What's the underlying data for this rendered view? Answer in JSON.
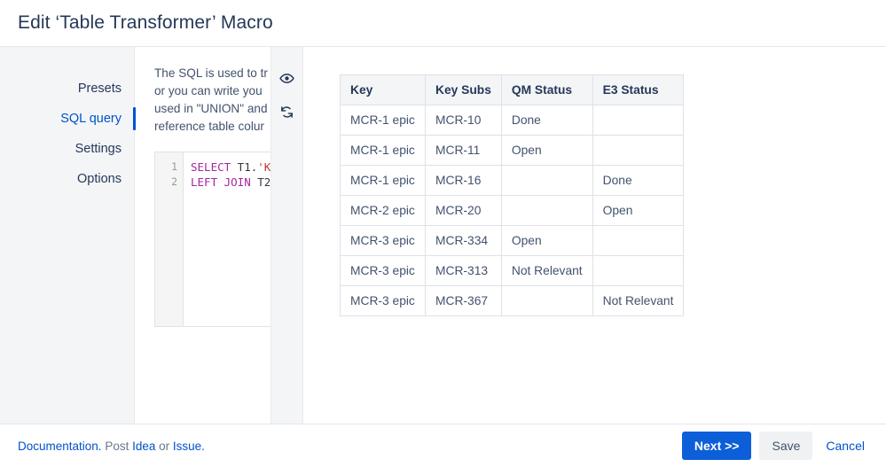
{
  "header": {
    "title": "Edit ‘Table Transformer’ Macro"
  },
  "sidebar": {
    "items": [
      {
        "label": "Presets",
        "active": false
      },
      {
        "label": "SQL query",
        "active": true
      },
      {
        "label": "Settings",
        "active": false
      },
      {
        "label": "Options",
        "active": false
      }
    ]
  },
  "editor": {
    "description_lines": [
      "The SQL is used to tr",
      "or you can write you",
      "used in \"UNION\" and",
      "reference table colur"
    ],
    "line_numbers": [
      "1",
      "2"
    ],
    "code_lines": [
      {
        "keyword": "SELECT",
        "rest": " T1.",
        "string": "'K"
      },
      {
        "keyword": "LEFT JOIN",
        "rest": " T2",
        "string": ""
      }
    ]
  },
  "toolbar": {
    "preview_icon": "eye-icon",
    "refresh_icon": "refresh-icon"
  },
  "preview_table": {
    "columns": [
      "Key",
      "Key Subs",
      "QM Status",
      "E3 Status"
    ],
    "rows": [
      [
        "MCR-1 epic",
        "MCR-10",
        "Done",
        ""
      ],
      [
        "MCR-1 epic",
        "MCR-11",
        "Open",
        ""
      ],
      [
        "MCR-1 epic",
        "MCR-16",
        "",
        "Done"
      ],
      [
        "MCR-2 epic",
        "MCR-20",
        "",
        "Open"
      ],
      [
        "MCR-3 epic",
        "MCR-334",
        "Open",
        ""
      ],
      [
        "MCR-3 epic",
        "MCR-313",
        "Not Relevant",
        ""
      ],
      [
        "MCR-3 epic",
        "MCR-367",
        "",
        "Not Relevant"
      ]
    ]
  },
  "footer": {
    "documentation_label": "Documentation.",
    "post_label": " Post ",
    "idea_label": "Idea",
    "or_label": " or ",
    "issue_label": "Issue.",
    "next_label": "Next >>",
    "save_label": "Save",
    "cancel_label": "Cancel"
  },
  "colors": {
    "accent": "#0052cc",
    "primary_button": "#0c5fd8",
    "title": "#253858",
    "panel_bg": "#f4f5f7",
    "border": "#dfe1e6"
  }
}
